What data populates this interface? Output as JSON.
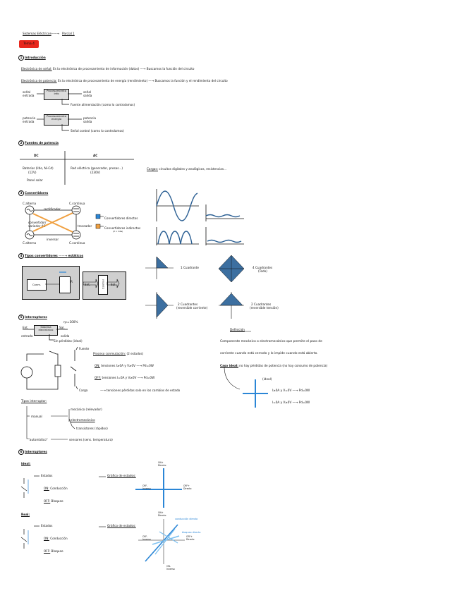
{
  "header": {
    "subject": "Sistemas Eléctricos",
    "exam": "Parcial 1",
    "tema": "Tema 4"
  },
  "sec1": {
    "num": "1",
    "title": "Introducción",
    "line1_lead": "Electrónica de señal:",
    "line1": "Es la electrónica de procesamiento de información (datos) —→ Buscamos la función del circuito",
    "line2_lead": "Electrónica de potencia:",
    "line2": "Es la electrónica de procesamiento de energía (rendimiento) —→ Buscamos la función y el rendimiento del circuito",
    "d1_in": "señal entrada",
    "d1_box": "Procesamiento info",
    "d1_out": "señal salida",
    "d1_note": "Fuente alimentación (como lo controlamos)",
    "d2_in": "potencia entrada",
    "d2_box": "Procesamiento energía",
    "d2_out": "potencia salida",
    "d2_note": "Señal control (como lo controlamos)"
  },
  "sec2": {
    "num": "2",
    "title": "Fuentes de potencia",
    "col_dc": "DC",
    "col_ac": "AC",
    "dc_items": [
      "Baterías (litio, Ni-Cd)",
      "(12V)",
      "Panel solar"
    ],
    "ac_item": "Red eléctrica (generador, presas...)",
    "ac_sub": "(230V)",
    "cargas_lead": "Cargas:",
    "cargas": "circuitos digitales y analógicos, resistencias..."
  },
  "sec3": {
    "num": "3",
    "title": "Convertidores",
    "ca_tl": "C.alterna",
    "cc_tr": "C.continua",
    "ca_bl": "C.alterna",
    "cc_br": "C.continua",
    "rect": "rectificador",
    "conv_ac": "convertidor/ variador AC",
    "trocea": "troceador",
    "inv": "inversor",
    "leg_direct": "Convertidores directos",
    "leg_indirect": "Convertidores indirectos",
    "leg_indirect_sub": "(2 o más)"
  },
  "sec4": {
    "num": "4",
    "title": "Tipos convertidores",
    "title_tail": "estáticos",
    "conm": "Conm.",
    "r": "R",
    "ent": "Ent.",
    "control": "Control",
    "sal": "Sal.",
    "q1": "1 Cuadrante",
    "q4": "4 Cuadrantes",
    "q4_sub": "(Todo)",
    "q2v": "2 Cuadrantes",
    "q2v_sub": "(reversible corriente)",
    "q2t": "2 Cuadrantes",
    "q2t_sub": "(reversible tensión)"
  },
  "sec5": {
    "num": "5",
    "title": "Interruptores",
    "eta": "ηc=100%",
    "ent": "Ent.",
    "entrada": "entrada",
    "sistema": "Sistema electrónico",
    "sal": "Sal.",
    "salida": "salida",
    "perdidas": "Sin pérdidas (ideal)",
    "fuente": "Fuente",
    "carga": "Carga",
    "proc_lead": "Proceso conmutación:",
    "proc": "(2 estados)",
    "on_lead": "ON:",
    "on": "tensiones I≥0A y V≥0V —→ Pd=0W",
    "off_lead": "OFF:",
    "off": "tensiones I=0A y V≥0V —→ Pd=0W",
    "perd": "—→ tensiones pérdidas solo en los cambios de estado",
    "tipos_lead": "Tipos interruptor:",
    "manual": "manual",
    "mecanico": "mecánico (relevador)",
    "electromec": "electromecánico",
    "transistor": "transistores (rápidos)",
    "auto": "\"automático\"",
    "sensores": "sensores (sens. temperatura)",
    "def_lead": "Definición",
    "def1": "Componente mecánico o electromecánico que permite el paso de",
    "def2": "corriente cuando está cerrado y lo impide cuando está abierto.",
    "caso_lead": "Caso ideal:",
    "caso": "no hay pérdidas de potencia (no hay consumo de potencia)",
    "ideal_lbl": "(ideal)",
    "eq1": "I≥0A y V=0V —→ Pd=0W",
    "eq2": "I=0A y V≥0V —→ Pd=0W"
  },
  "sec6": {
    "num": "6",
    "title": "Interruptores",
    "ideal_lead": "Ideal:",
    "real_lead": "Real:",
    "estados": "Estados",
    "on_lead": "ON:",
    "on": "Conducción",
    "off_lead": "OFF:",
    "off": "Bloqueo",
    "grafico": "Gráfico de estados:",
    "ax_top": "ON+ Directo",
    "ax_left": "OFF- Inverso",
    "ax_right": "OFF+ Directo",
    "ax_bottom": "ON- Inverso",
    "cond_dir": "conducción directa",
    "bloq_dir": "bloqueo directo"
  },
  "colors": {
    "red_tag": "#e8271d",
    "orange": "#f0a040",
    "blue": "#2b86d6",
    "lightblue": "#7cc0f0",
    "gray_box": "#cfcfcf",
    "wave": "#2b5f93"
  }
}
